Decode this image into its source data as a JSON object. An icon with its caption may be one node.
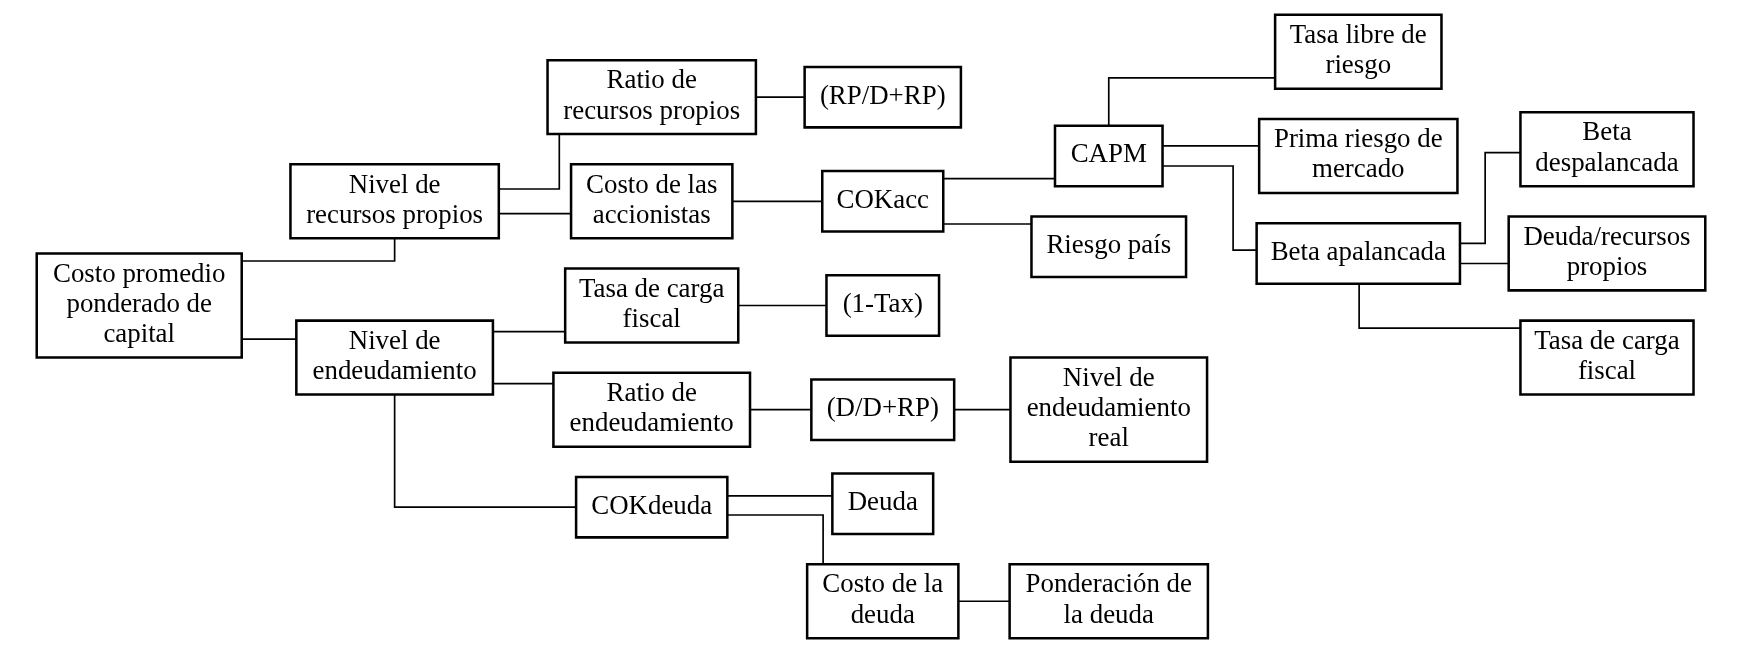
{
  "diagram": {
    "nodes": [
      {
        "text": [
          "Costo promedio ponderado de capital"
        ]
      },
      {
        "text": [
          "Nivel de recursos propios"
        ]
      },
      {
        "text": [
          "Nivel de endeudamiento"
        ]
      },
      {
        "text": [
          "Ratio de recursos propios"
        ]
      },
      {
        "text": [
          "Costo de las accionistas"
        ]
      },
      {
        "text": [
          "(RP/D+RP)"
        ]
      },
      {
        "text": [
          "COKacc"
        ]
      },
      {
        "text": [
          "CAPM"
        ]
      },
      {
        "text": [
          "Riesgo país"
        ]
      },
      {
        "text": [
          "Tasa libre de riesgo"
        ]
      },
      {
        "text": [
          "Prima riesgo de mercado"
        ]
      },
      {
        "text": [
          "Beta apalancada"
        ]
      },
      {
        "text": [
          "Beta despalancada"
        ]
      },
      {
        "text": [
          "Deuda/recursos propios"
        ]
      },
      {
        "text": [
          "Tasa de carga fiscal"
        ]
      },
      {
        "text": [
          "Ratio de endeudamiento"
        ]
      },
      {
        "text": [
          "COKdeuda"
        ]
      },
      {
        "text": [
          "Tasa de carga fiscal"
        ]
      },
      {
        "text": [
          "(D/D+RP)"
        ]
      },
      {
        "text": [
          "Nivel de endeudamiento real"
        ]
      },
      {
        "text": [
          "Deuda"
        ]
      },
      {
        "text": [
          "Costo de la deuda"
        ]
      },
      {
        "text": [
          "Ponderación de la deuda"
        ]
      },
      {
        "text": [
          "(1-Tax)"
        ]
      }
    ],
    "edges": [
      {
        "from": 0,
        "to": 1,
        "arrow": "none"
      },
      {
        "from": 0,
        "to": 2,
        "arrow": "none"
      },
      {
        "from": 1,
        "to": 3,
        "arrow": "none"
      },
      {
        "from": 1,
        "to": 4,
        "arrow": "none"
      },
      {
        "from": 3,
        "to": 5,
        "arrow": "none"
      },
      {
        "from": 4,
        "to": 6,
        "arrow": "none"
      },
      {
        "from": 6,
        "to": 7,
        "arrow": "none"
      },
      {
        "from": 6,
        "to": 8,
        "arrow": "none"
      },
      {
        "from": 7,
        "to": 9,
        "arrow": "none"
      },
      {
        "from": 7,
        "to": 10,
        "arrow": "none"
      },
      {
        "from": 7,
        "to": 11,
        "arrow": "none"
      },
      {
        "from": 11,
        "to": 12,
        "arrow": "none"
      },
      {
        "from": 11,
        "to": 13,
        "arrow": "none"
      },
      {
        "from": 11,
        "to": 17,
        "arrow": "none"
      },
      {
        "from": 2,
        "to": 15,
        "arrow": "none"
      },
      {
        "from": 2,
        "to": 16,
        "arrow": "none"
      },
      {
        "from": 2,
        "to": 14,
        "arrow": "none"
      },
      {
        "from": 15,
        "to": 18,
        "arrow": "none"
      },
      {
        "from": 18,
        "to": 19,
        "arrow": "none"
      },
      {
        "from": 16,
        "to": 20,
        "arrow": "none"
      },
      {
        "from": 16,
        "to": 21,
        "arrow": "none"
      },
      {
        "from": 21,
        "to": 22,
        "arrow": "none"
      },
      {
        "from": 14,
        "to": 23,
        "arrow": "none"
      }
    ]
  }
}
